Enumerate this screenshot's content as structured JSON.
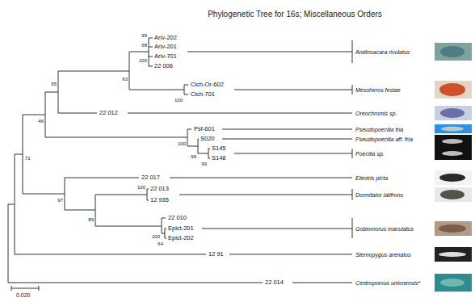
{
  "diagram": {
    "title": "Phylogenetic Tree for 16s; Miscellaneous Orders",
    "labels": [
      "99",
      "Ariv-202",
      "68",
      "Ariv-201",
      "Ariv-701",
      "100",
      "22 006",
      "Andinoacara rivulatus",
      "93",
      "95",
      "Cich-Or-602",
      "Mesoheros festae",
      "100",
      "Cich-701",
      "46",
      "22 012",
      "Oreochromis sp.",
      "Psf-601",
      "Pseudopoecilia fria",
      "S020",
      "Pseudopoecilia aff. fria",
      "100",
      "S145",
      "96",
      "Poecilia sp.",
      "S148",
      "99",
      "71",
      "22 017",
      "Eleotris picta",
      "22 013",
      "100",
      "Dormitator latifrons",
      "97",
      "12 935",
      "89",
      "22 010",
      "Gobiomorus maculatus",
      "Epict-201",
      "100",
      "Epict-202",
      "64",
      "12 91",
      "Sternopygus arenatus",
      "22 014",
      "Centropomus unionensis*",
      "0.020"
    ]
  }
}
